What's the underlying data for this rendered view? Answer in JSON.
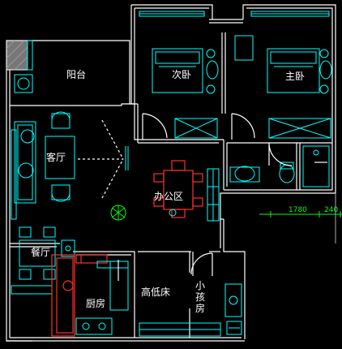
{
  "rooms": {
    "balcony": "阳台",
    "second_bedroom": "次卧",
    "master_bedroom": "主卧",
    "living_room": "客厅",
    "office": "办公区",
    "dining": "餐厅",
    "kitchen": "厨房",
    "bunk_bed": "高低床",
    "kids_room": "小孩房"
  },
  "dimensions": {
    "d1": "1780",
    "d2": "240"
  },
  "colors": {
    "walls": "#ffffff",
    "furniture": "#00ffff",
    "office_furniture": "#ff3030",
    "dimension": "#00ff00",
    "background": "#000000"
  }
}
